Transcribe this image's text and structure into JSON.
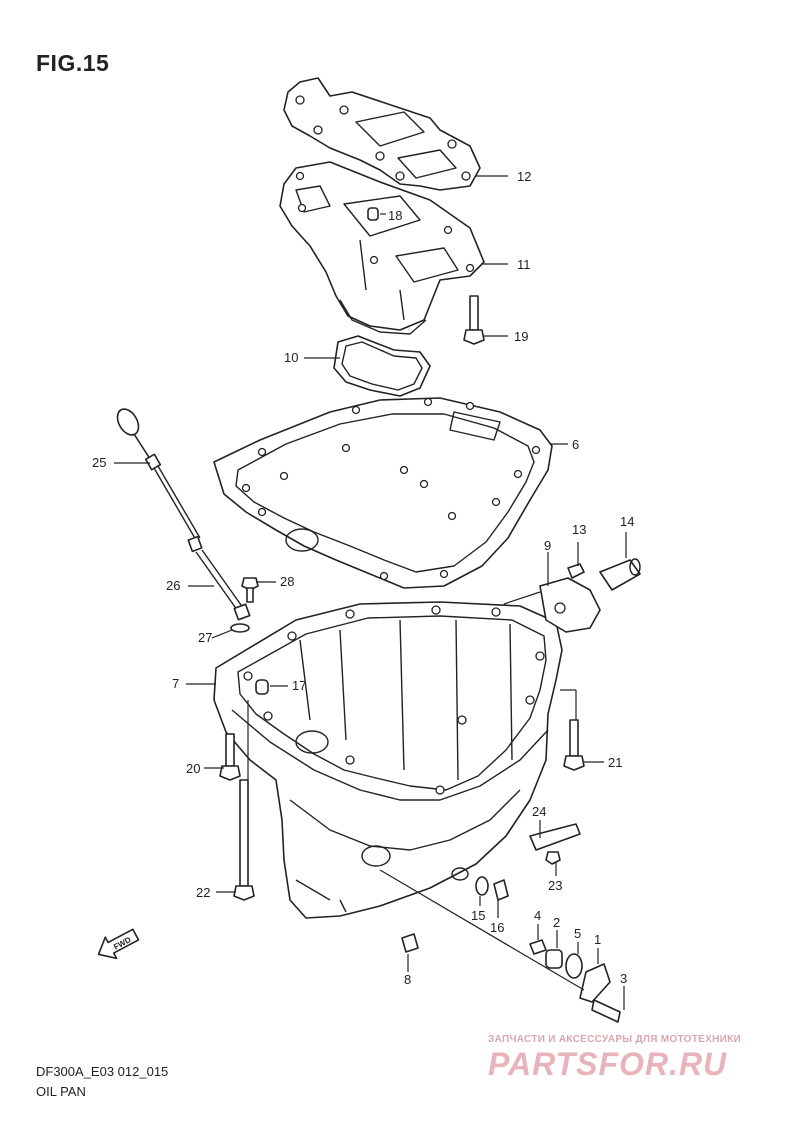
{
  "figure": {
    "title": "FIG.15",
    "code": "DF300A_E03 012_015",
    "name": "OIL PAN"
  },
  "watermark": {
    "subtitle": "ЗАПЧАСТИ И АКСЕССУАРЫ ДЛЯ МОТОТЕХНИКИ",
    "brand": "PARTSFOR.RU"
  },
  "fwd_label": "FWD",
  "callouts": {
    "c1": "1",
    "c2": "2",
    "c3": "3",
    "c4": "4",
    "c5": "5",
    "c6": "6",
    "c7": "7",
    "c8": "8",
    "c9": "9",
    "c10": "10",
    "c11": "11",
    "c12": "12",
    "c13": "13",
    "c14": "14",
    "c15": "15",
    "c16": "16",
    "c17": "17",
    "c18": "18",
    "c19": "19",
    "c20": "20",
    "c21": "21",
    "c22": "22",
    "c23": "23",
    "c24": "24",
    "c25": "25",
    "c26": "26",
    "c27": "27",
    "c28": "28"
  },
  "colors": {
    "line": "#222222",
    "watermark": "#e8b4bb"
  }
}
